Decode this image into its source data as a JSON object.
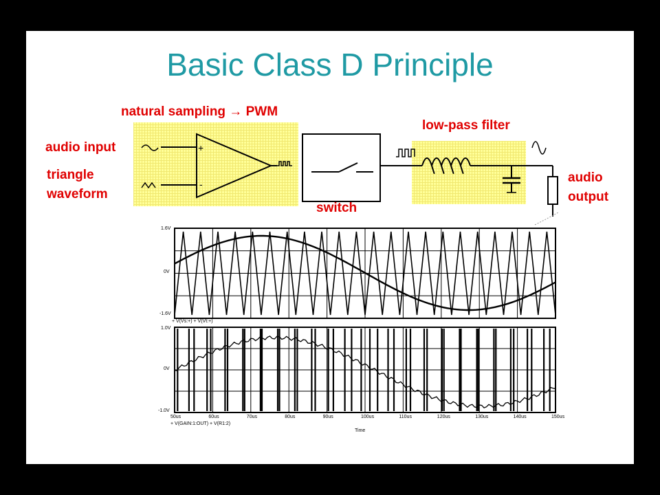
{
  "slide": {
    "title": "Basic Class D Principle"
  },
  "labels": {
    "sampling": "natural sampling → PWM",
    "lowpass": "low-pass filter",
    "audio_input": "audio input",
    "triangle_1": "triangle",
    "triangle_2": "waveform",
    "switch": "switch",
    "audio_output_1": "audio",
    "audio_output_2": "output"
  },
  "plot": {
    "top_y_labels": [
      "1.6V",
      "0V",
      "-1.6V"
    ],
    "top_legend": "+ V(Vs:+)   + V(Vt:+)",
    "bottom_y_labels": [
      "1.0V",
      "0V",
      "-1.0V"
    ],
    "bottom_legend": "+ V(GAIN:1:OUT)   + V(R1:2)",
    "x_ticks": [
      "50us",
      "60us",
      "70us",
      "80us",
      "90us",
      "100us",
      "110us",
      "120us",
      "130us",
      "140us",
      "150us"
    ],
    "x_label": "Time"
  },
  "colors": {
    "title": "#1f9aa4",
    "label": "#e00000",
    "highlight": "#ffff99"
  }
}
